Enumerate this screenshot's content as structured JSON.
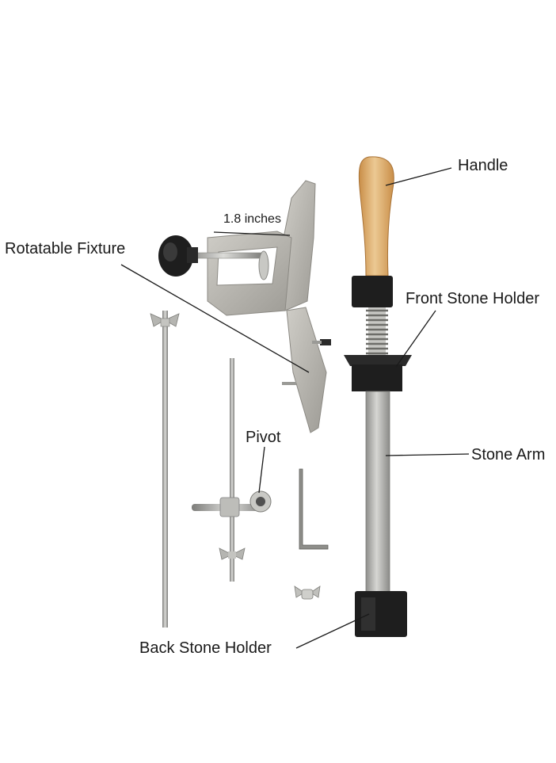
{
  "labels": {
    "handle": "Handle",
    "dimension": "1.8 inches",
    "rotatable_fixture": "Rotatable Fixture",
    "front_stone_holder": "Front Stone Holder",
    "pivot": "Pivot",
    "stone_arm": "Stone Arm",
    "back_stone_holder": "Back Stone Holder"
  },
  "colors": {
    "background": "#ffffff",
    "aluminum": "#b9b7b1",
    "steel": "#a9a9a6",
    "wood": "#d9a96a",
    "black_part": "#1e1e1e",
    "leader_line": "#1a1a1a"
  }
}
